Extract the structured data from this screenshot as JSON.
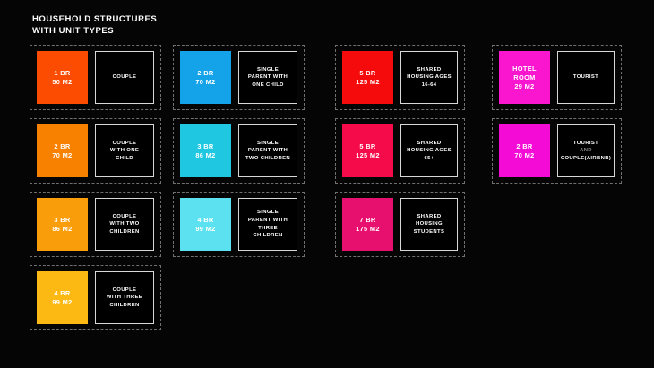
{
  "title": "HOUSEHOLD STRUCTURES\nWITH UNIT TYPES",
  "colors": {
    "background": "#050505",
    "group_border": "#707070",
    "label_border": "#d8d8d8",
    "text": "#ffffff",
    "muted_text": "#8a8a8a"
  },
  "columns": [
    {
      "name": "couple-households",
      "items": [
        {
          "unit_lines": [
            "1 BR",
            "50 M2"
          ],
          "label_lines": [
            "COUPLE"
          ],
          "label_muted": [],
          "color": "#fc4c02"
        },
        {
          "unit_lines": [
            "2 BR",
            "70 M2"
          ],
          "label_lines": [
            "COUPLE",
            "WITH ONE",
            "CHILD"
          ],
          "label_muted": [],
          "color": "#f98100"
        },
        {
          "unit_lines": [
            "3 BR",
            "86 M2"
          ],
          "label_lines": [
            "COUPLE",
            "WITH TWO",
            "CHILDREN"
          ],
          "label_muted": [],
          "color": "#fa9d0b"
        },
        {
          "unit_lines": [
            "4 BR",
            "99 M2"
          ],
          "label_lines": [
            "COUPLE",
            "WITH THREE",
            "CHILDREN"
          ],
          "label_muted": [],
          "color": "#fdb913"
        }
      ]
    },
    {
      "name": "single-parent-households",
      "items": [
        {
          "unit_lines": [
            "2 BR",
            "70 M2"
          ],
          "label_lines": [
            "SINGLE",
            "PARENT WITH",
            "ONE CHILD"
          ],
          "label_muted": [],
          "color": "#14a3e8"
        },
        {
          "unit_lines": [
            "3 BR",
            "86 M2"
          ],
          "label_lines": [
            "SINGLE",
            "PARENT WITH",
            "TWO CHILDREN"
          ],
          "label_muted": [],
          "color": "#1fc8e0"
        },
        {
          "unit_lines": [
            "4 BR",
            "99 M2"
          ],
          "label_lines": [
            "SINGLE",
            "PARENT WITH",
            "THREE",
            "CHILDREN"
          ],
          "label_muted": [],
          "color": "#5ce1f0"
        }
      ]
    },
    {
      "name": "shared-housing",
      "items": [
        {
          "unit_lines": [
            "5 BR",
            "125 M2"
          ],
          "label_lines": [
            "SHARED",
            "HOUSING AGES",
            "16-64"
          ],
          "label_muted": [],
          "color": "#f50b0b"
        },
        {
          "unit_lines": [
            "5 BR",
            "125 M2"
          ],
          "label_lines": [
            "SHARED",
            "HOUSING AGES",
            "65+"
          ],
          "label_muted": [],
          "color": "#f50b49"
        },
        {
          "unit_lines": [
            "7 BR",
            "175 M2"
          ],
          "label_lines": [
            "SHARED",
            "HOUSING",
            "STUDENTS"
          ],
          "label_muted": [],
          "color": "#e8106e"
        }
      ]
    },
    {
      "name": "tourist-housing",
      "items": [
        {
          "unit_lines": [
            "HOTEL",
            "ROOM",
            "29 M2"
          ],
          "label_lines": [
            "TOURIST"
          ],
          "label_muted": [],
          "color": "#fa15cf"
        },
        {
          "unit_lines": [
            "2 BR",
            "70 M2"
          ],
          "label_lines": [
            "TOURIST",
            "AND",
            "COUPLE(Airbnb)"
          ],
          "label_muted": [
            "AND"
          ],
          "color": "#f50bd6"
        }
      ]
    }
  ]
}
